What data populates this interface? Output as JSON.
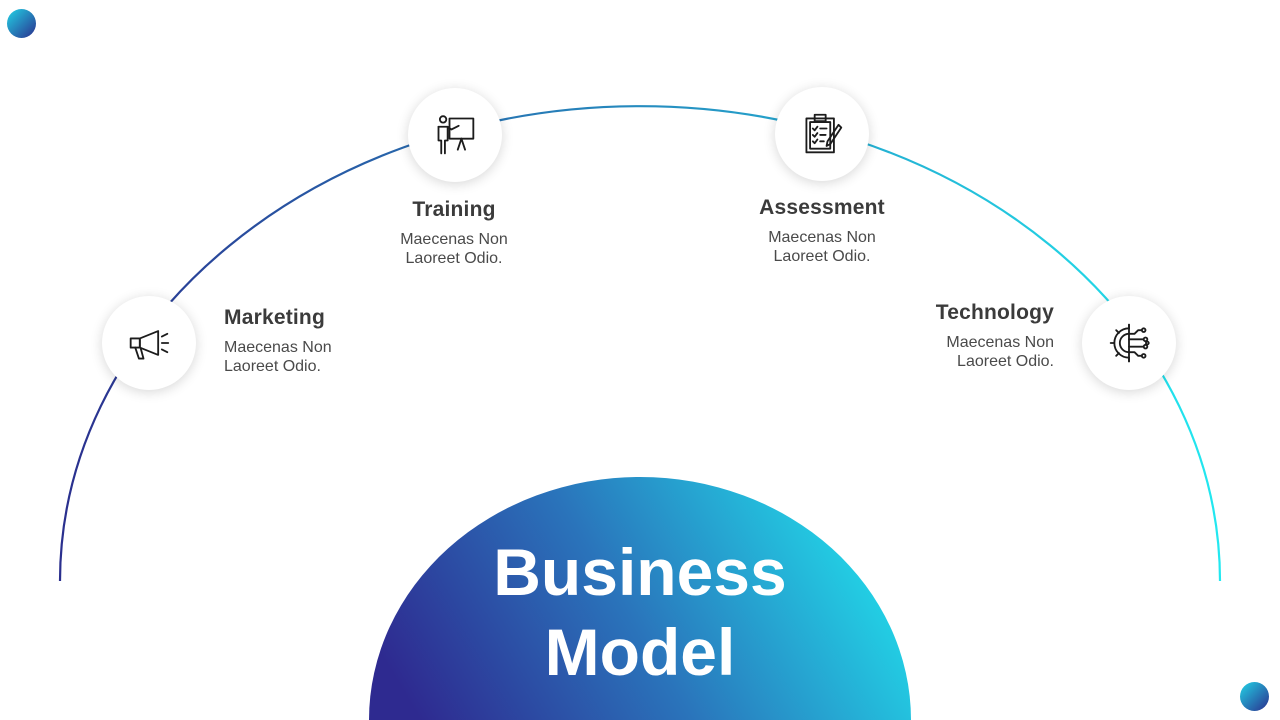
{
  "title": {
    "line1": "Business",
    "line2": "Model"
  },
  "steps": [
    {
      "id": "marketing",
      "title": "Marketing",
      "line1": "Maecenas Non",
      "line2": "Laoreet Odio.",
      "icon": "megaphone-icon"
    },
    {
      "id": "training",
      "title": "Training",
      "line1": "Maecenas Non",
      "line2": "Laoreet Odio.",
      "icon": "presentation-icon"
    },
    {
      "id": "assessment",
      "title": "Assessment",
      "line1": "Maecenas Non",
      "line2": "Laoreet Odio.",
      "icon": "clipboard-icon"
    },
    {
      "id": "technology",
      "title": "Technology",
      "line1": "Maecenas Non",
      "line2": "Laoreet Odio.",
      "icon": "gear-circuit-icon"
    }
  ],
  "colors": {
    "arc_start": "#2a2f8e",
    "arc_end": "#22e8f0",
    "hemisphere_top": "#22d3e6",
    "hemisphere_bottom": "#2e2a90",
    "text": "#3b3b3b"
  }
}
